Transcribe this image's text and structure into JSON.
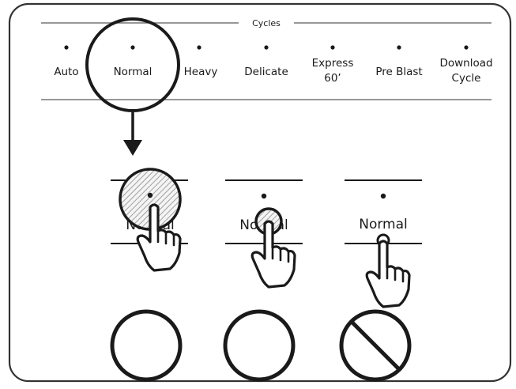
{
  "panel": {
    "title": "Cycles",
    "cycles": [
      {
        "label": "Auto"
      },
      {
        "label": "Normal",
        "highlighted": true
      },
      {
        "label": "Heavy"
      },
      {
        "label": "Delicate"
      },
      {
        "label": "Express",
        "label2": "60’"
      },
      {
        "label": "Pre Blast"
      },
      {
        "label": "Download",
        "label2": "Cycle"
      }
    ]
  },
  "examples": [
    {
      "label": "Normal",
      "press_style": "large-hatched-circle",
      "verdict": "correct",
      "verdict_icon": "circle-ok-icon"
    },
    {
      "label": "Normal",
      "press_style": "medium-hatched-circle",
      "verdict": "correct",
      "verdict_icon": "circle-ok-icon"
    },
    {
      "label": "Normal",
      "press_style": "small-fingertip",
      "verdict": "incorrect",
      "verdict_icon": "prohibited-icon"
    }
  ],
  "colors": {
    "ink": "#1a1a1a",
    "hatch": "#cfcfcf",
    "frame": "#333333"
  }
}
